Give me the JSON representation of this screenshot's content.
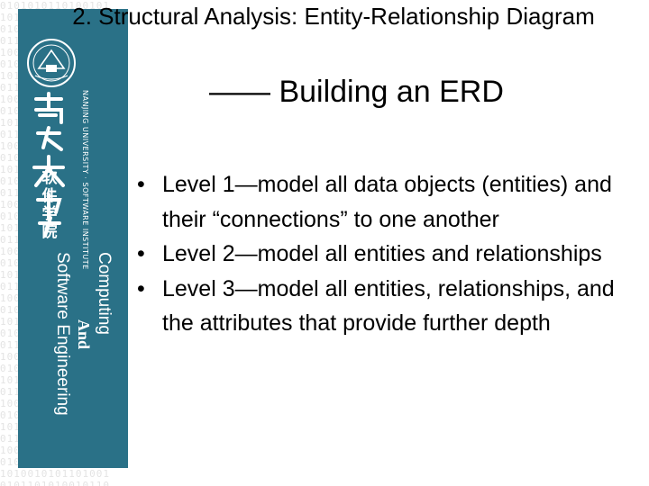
{
  "slide": {
    "title": "2. Structural Analysis: Entity-Relationship Diagram",
    "subtitle": "—— Building an ERD",
    "bullets": [
      "Level 1—model all data objects (entities) and their “connections” to one another",
      "Level 2—model all entities and relationships",
      "Level 3—model all entities, relationships, and the attributes that provide further depth"
    ]
  },
  "sidebar": {
    "university_cjk_vertical": "NANJING UNIVERSITY · SOFTWARE INSTITUTE",
    "department_cjk": "软件学院",
    "vertical_line_1": "Computing",
    "vertical_line_2": "And",
    "vertical_line_3": "Software Engineering",
    "background_color": "#2a7187"
  }
}
